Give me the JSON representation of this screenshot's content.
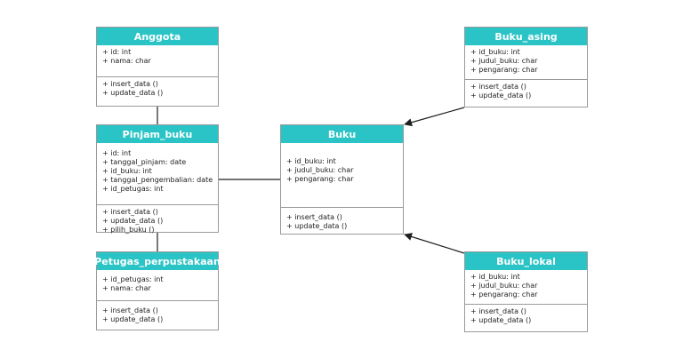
{
  "classes": [
    {
      "id": "anggota",
      "name": "Anggota",
      "attributes": [
        "+ id: int",
        "+ nama: char"
      ],
      "methods": [
        "+ insert_data ()",
        "+ update_data ()"
      ]
    },
    {
      "id": "pinjam_buku",
      "name": "Pinjam_buku",
      "attributes": [
        "+ id: int",
        "+ tanggal_pinjam: date",
        "+ id_buku: int",
        "+ tanggal_pengembalian: date",
        "+ id_petugas: int"
      ],
      "methods": [
        "+ insert_data ()",
        "+ update_data ()",
        "+ pilih_buku ()"
      ]
    },
    {
      "id": "petugas",
      "name": "Petugas_perpustakaan",
      "attributes": [
        "+ id_petugas: int",
        "+ nama: char"
      ],
      "methods": [
        "+ insert_data ()",
        "+ update_data ()"
      ]
    },
    {
      "id": "buku",
      "name": "Buku",
      "attributes": [
        "+ id_buku: int",
        "+ judul_buku: char",
        "+ pengarang: char"
      ],
      "methods": [
        "+ insert_data ()",
        "+ update_data ()"
      ]
    },
    {
      "id": "buku_asing",
      "name": "Buku_asing",
      "attributes": [
        "+ id_buku: int",
        "+ judul_buku: char",
        "+ pengarang: char"
      ],
      "methods": [
        "+ insert_data ()",
        "+ update_data ()"
      ]
    },
    {
      "id": "buku_lokal",
      "name": "Buku_lokal",
      "attributes": [
        "+ id_buku: int",
        "+ judul_buku: char",
        "+ pengarang: char"
      ],
      "methods": [
        "+ insert_data ()",
        "+ update_data ()"
      ]
    }
  ],
  "links": [
    {
      "from": "anggota",
      "to": "pinjam_buku",
      "kind": "association"
    },
    {
      "from": "pinjam_buku",
      "to": "petugas",
      "kind": "association"
    },
    {
      "from": "pinjam_buku",
      "to": "buku",
      "kind": "association"
    },
    {
      "from": "buku_asing",
      "to": "buku",
      "kind": "directed"
    },
    {
      "from": "buku_lokal",
      "to": "buku",
      "kind": "directed"
    }
  ],
  "colors": {
    "header": "#2bc4c6",
    "header_text": "#ffffff",
    "border": "#9a9a9a",
    "text": "#222222",
    "line": "#1f1f1f"
  }
}
